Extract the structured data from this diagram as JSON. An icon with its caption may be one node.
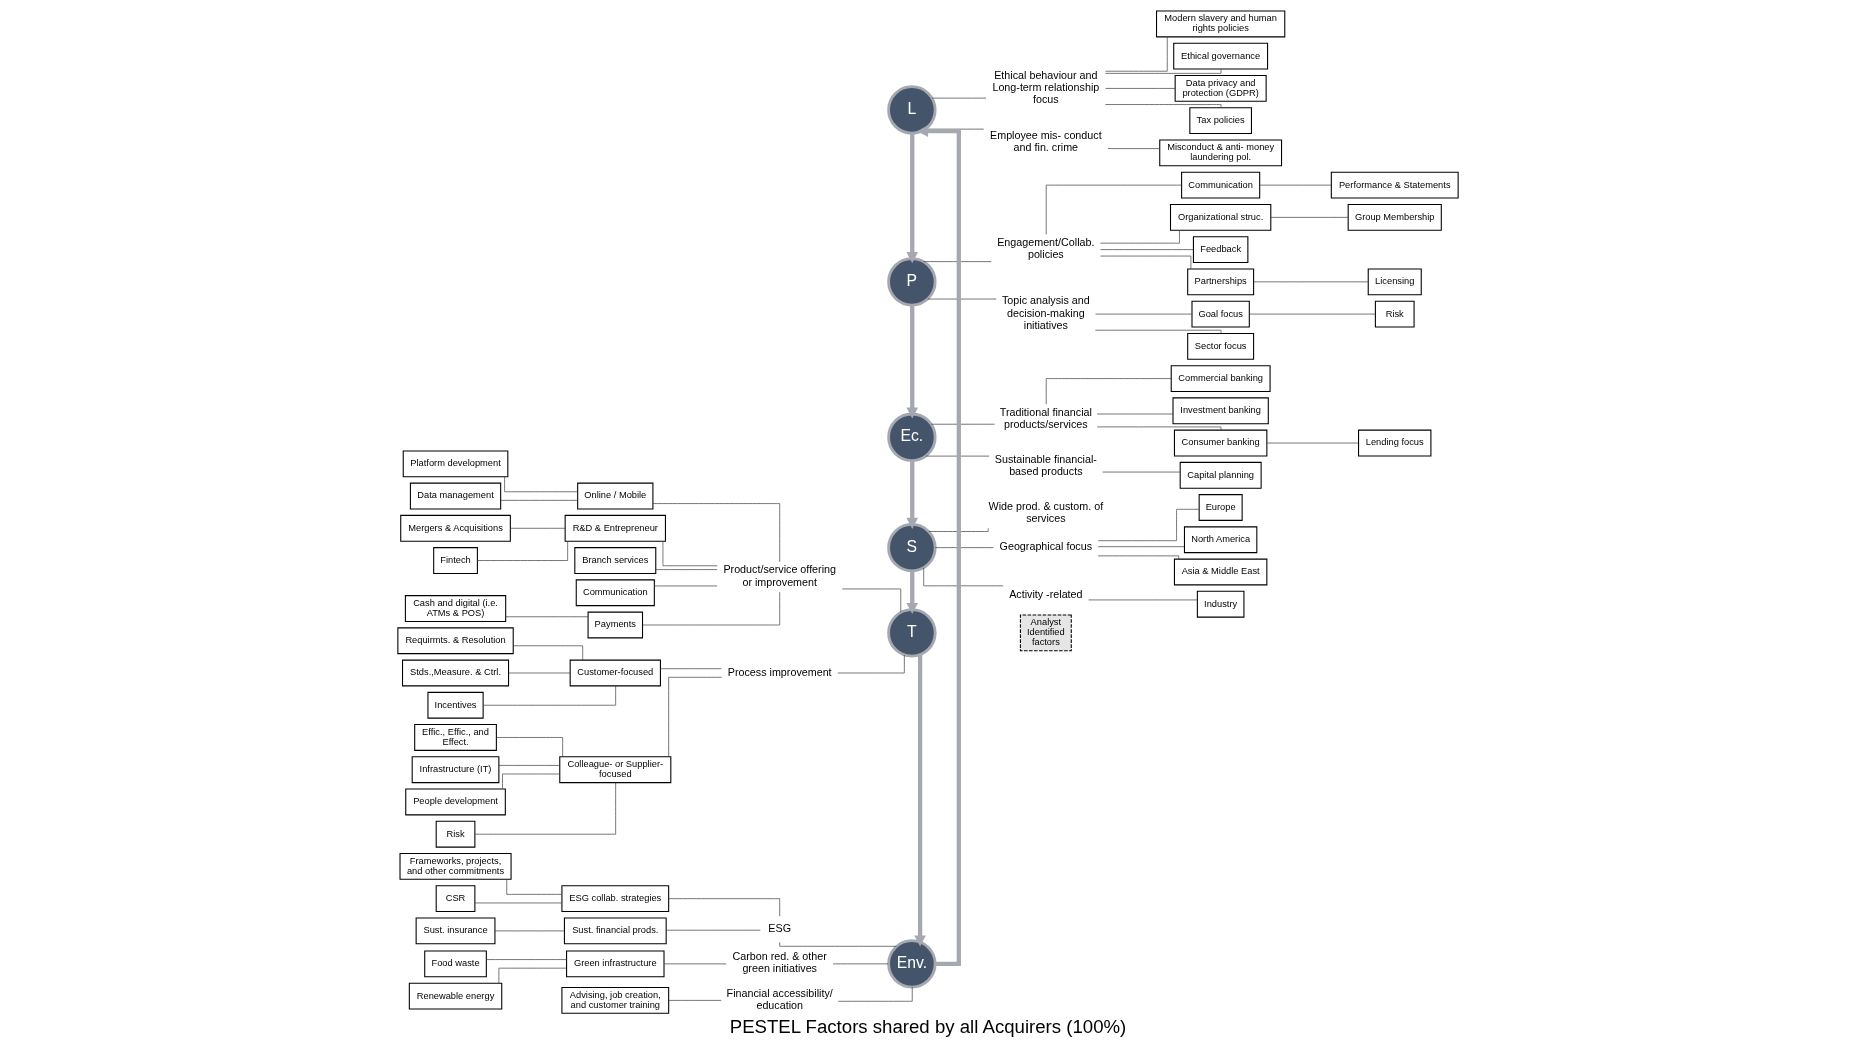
{
  "diagram": {
    "title": "PESTEL Factors shared by all Acquirers (100%)",
    "nodes": [
      {
        "text": [
          "L"
        ]
      },
      {
        "text": [
          "P"
        ]
      },
      {
        "text": [
          "Ec."
        ]
      },
      {
        "text": [
          "S"
        ]
      },
      {
        "text": [
          "T"
        ]
      },
      {
        "text": [
          "Env."
        ]
      },
      {
        "text": [
          "ESG"
        ]
      },
      {
        "text": [
          "ESG collab. strategies"
        ]
      },
      {
        "text": [
          "Frameworks, projects, and other commitments"
        ]
      },
      {
        "text": [
          "CSR"
        ]
      },
      {
        "text": [
          "Sust. financial prods."
        ]
      },
      {
        "text": [
          "Sust. insurance"
        ]
      },
      {
        "text": [
          "Carbon red. & other green initiatives"
        ]
      },
      {
        "text": [
          "Green infrastructure"
        ]
      },
      {
        "text": [
          "Food waste"
        ]
      },
      {
        "text": [
          "Renewable energy"
        ]
      },
      {
        "text": [
          "Financial accessibility/ education"
        ]
      },
      {
        "text": [
          "Advising, job creation, and customer training"
        ]
      },
      {
        "text": [
          "Product/service offering or improvement"
        ]
      },
      {
        "text": [
          "Online / Mobile"
        ]
      },
      {
        "text": [
          "Platform development"
        ]
      },
      {
        "text": [
          "Data management"
        ]
      },
      {
        "text": [
          "R&D & Entrepreneur"
        ]
      },
      {
        "text": [
          "Mergers & Acquisitions"
        ]
      },
      {
        "text": [
          "Fintech"
        ]
      },
      {
        "text": [
          "Branch services"
        ]
      },
      {
        "text": [
          "Communication"
        ]
      },
      {
        "text": [
          "Payments"
        ]
      },
      {
        "text": [
          "Cash and digital (i.e. ATMs & POS)"
        ]
      },
      {
        "text": [
          "Process improvement"
        ]
      },
      {
        "text": [
          "Customer-focused"
        ]
      },
      {
        "text": [
          "Requirmts. & Resolution"
        ]
      },
      {
        "text": [
          "Stds.,Measure. & Ctrl."
        ]
      },
      {
        "text": [
          "Incentives"
        ]
      },
      {
        "text": [
          "Colleague- or Supplier-focused"
        ]
      },
      {
        "text": [
          "Effic., Effic., and Effect."
        ]
      },
      {
        "text": [
          "Infrastructure (IT)"
        ]
      },
      {
        "text": [
          "People development"
        ]
      },
      {
        "text": [
          "Risk"
        ]
      },
      {
        "text": [
          "Ethical behaviour and Long-term relationship focus"
        ]
      },
      {
        "text": [
          "Modern slavery and human rights policies"
        ]
      },
      {
        "text": [
          "Ethical governance"
        ]
      },
      {
        "text": [
          "Data privacy and protection (GDPR)"
        ]
      },
      {
        "text": [
          "Tax policies"
        ]
      },
      {
        "text": [
          "Employee mis- conduct and fin. crime"
        ]
      },
      {
        "text": [
          "Misconduct & anti- money laundering pol."
        ]
      },
      {
        "text": [
          "Engagement/Collab. policies"
        ]
      },
      {
        "text": [
          "Communication"
        ]
      },
      {
        "text": [
          "Performance & Statements"
        ]
      },
      {
        "text": [
          "Organizational struc."
        ]
      },
      {
        "text": [
          "Group Membership"
        ]
      },
      {
        "text": [
          "Feedback"
        ]
      },
      {
        "text": [
          "Partnerships"
        ]
      },
      {
        "text": [
          "Licensing"
        ]
      },
      {
        "text": [
          "Topic analysis and decision-making initiatives"
        ]
      },
      {
        "text": [
          "Goal focus"
        ]
      },
      {
        "text": [
          "Risk"
        ]
      },
      {
        "text": [
          "Sector focus"
        ]
      },
      {
        "text": [
          "Traditional financial products/services"
        ]
      },
      {
        "text": [
          "Commercial banking"
        ]
      },
      {
        "text": [
          "Investment banking"
        ]
      },
      {
        "text": [
          "Consumer banking"
        ]
      },
      {
        "text": [
          "Lending focus"
        ]
      },
      {
        "text": [
          "Sustainable financial- based products"
        ]
      },
      {
        "text": [
          "Capital planning"
        ]
      },
      {
        "text": [
          "Wide prod. & custom. of services"
        ]
      },
      {
        "text": [
          "Geographical focus"
        ]
      },
      {
        "text": [
          "Europe"
        ]
      },
      {
        "text": [
          "North America"
        ]
      },
      {
        "text": [
          "Asia & Middle East"
        ]
      },
      {
        "text": [
          "Activity -related"
        ]
      },
      {
        "text": [
          "Industry"
        ]
      }
    ],
    "edges": [
      {
        "from": 0,
        "to": 1,
        "arrow": "to",
        "style": "thick",
        "color": "#a5a8b0"
      },
      {
        "from": 1,
        "to": 2,
        "arrow": "to",
        "style": "thick",
        "color": "#a5a8b0"
      },
      {
        "from": 2,
        "to": 3,
        "arrow": "to",
        "style": "thick",
        "color": "#a5a8b0"
      },
      {
        "from": 3,
        "to": 4,
        "arrow": "to",
        "style": "thick",
        "color": "#a5a8b0"
      },
      {
        "from": 4,
        "to": 5,
        "arrow": "to",
        "style": "thick",
        "color": "#a5a8b0"
      },
      {
        "from": 5,
        "to": 0,
        "arrow": "to",
        "style": "thick",
        "color": "#a5a8b0"
      },
      {
        "from": 8,
        "to": 7,
        "arrow": "none"
      },
      {
        "from": 9,
        "to": 7,
        "arrow": "none"
      },
      {
        "from": 11,
        "to": 10,
        "arrow": "none"
      },
      {
        "from": 7,
        "to": 6,
        "arrow": "none"
      },
      {
        "from": 10,
        "to": 6,
        "arrow": "none"
      },
      {
        "from": 14,
        "to": 13,
        "arrow": "none"
      },
      {
        "from": 15,
        "to": 13,
        "arrow": "none"
      },
      {
        "from": 13,
        "to": 12,
        "arrow": "none"
      },
      {
        "from": 17,
        "to": 16,
        "arrow": "none"
      },
      {
        "from": 6,
        "to": 5,
        "arrow": "none"
      },
      {
        "from": 12,
        "to": 5,
        "arrow": "none"
      },
      {
        "from": 16,
        "to": 5,
        "arrow": "none"
      },
      {
        "from": 20,
        "to": 19,
        "arrow": "none"
      },
      {
        "from": 21,
        "to": 19,
        "arrow": "none"
      },
      {
        "from": 23,
        "to": 22,
        "arrow": "none"
      },
      {
        "from": 24,
        "to": 22,
        "arrow": "none"
      },
      {
        "from": 28,
        "to": 27,
        "arrow": "none"
      },
      {
        "from": 19,
        "to": 18,
        "arrow": "none"
      },
      {
        "from": 22,
        "to": 18,
        "arrow": "none"
      },
      {
        "from": 25,
        "to": 18,
        "arrow": "none"
      },
      {
        "from": 26,
        "to": 18,
        "arrow": "none"
      },
      {
        "from": 27,
        "to": 18,
        "arrow": "none"
      },
      {
        "from": 31,
        "to": 30,
        "arrow": "none"
      },
      {
        "from": 32,
        "to": 30,
        "arrow": "none"
      },
      {
        "from": 33,
        "to": 30,
        "arrow": "none"
      },
      {
        "from": 35,
        "to": 34,
        "arrow": "none"
      },
      {
        "from": 36,
        "to": 34,
        "arrow": "none"
      },
      {
        "from": 37,
        "to": 34,
        "arrow": "none"
      },
      {
        "from": 38,
        "to": 34,
        "arrow": "none"
      },
      {
        "from": 30,
        "to": 29,
        "arrow": "none"
      },
      {
        "from": 34,
        "to": 29,
        "arrow": "none"
      },
      {
        "from": 18,
        "to": 4,
        "arrow": "none"
      },
      {
        "from": 29,
        "to": 4,
        "arrow": "none"
      },
      {
        "from": 0,
        "to": 39,
        "arrow": "none"
      },
      {
        "from": 0,
        "to": 44,
        "arrow": "none"
      },
      {
        "from": 39,
        "to": 40,
        "arrow": "none"
      },
      {
        "from": 39,
        "to": 41,
        "arrow": "none"
      },
      {
        "from": 39,
        "to": 42,
        "arrow": "none"
      },
      {
        "from": 39,
        "to": 43,
        "arrow": "none"
      },
      {
        "from": 44,
        "to": 45,
        "arrow": "none"
      },
      {
        "from": 1,
        "to": 46,
        "arrow": "none"
      },
      {
        "from": 1,
        "to": 54,
        "arrow": "none"
      },
      {
        "from": 46,
        "to": 47,
        "arrow": "none"
      },
      {
        "from": 46,
        "to": 49,
        "arrow": "none"
      },
      {
        "from": 46,
        "to": 51,
        "arrow": "none"
      },
      {
        "from": 46,
        "to": 52,
        "arrow": "none"
      },
      {
        "from": 47,
        "to": 48,
        "arrow": "none"
      },
      {
        "from": 49,
        "to": 50,
        "arrow": "none"
      },
      {
        "from": 52,
        "to": 53,
        "arrow": "none"
      },
      {
        "from": 54,
        "to": 55,
        "arrow": "none"
      },
      {
        "from": 54,
        "to": 57,
        "arrow": "none"
      },
      {
        "from": 55,
        "to": 56,
        "arrow": "none"
      },
      {
        "from": 2,
        "to": 58,
        "arrow": "none"
      },
      {
        "from": 2,
        "to": 63,
        "arrow": "none"
      },
      {
        "from": 58,
        "to": 59,
        "arrow": "none"
      },
      {
        "from": 58,
        "to": 60,
        "arrow": "none"
      },
      {
        "from": 58,
        "to": 61,
        "arrow": "none"
      },
      {
        "from": 61,
        "to": 62,
        "arrow": "none"
      },
      {
        "from": 63,
        "to": 64,
        "arrow": "none"
      },
      {
        "from": 3,
        "to": 65,
        "arrow": "none"
      },
      {
        "from": 3,
        "to": 66,
        "arrow": "none"
      },
      {
        "from": 3,
        "to": 70,
        "arrow": "none"
      },
      {
        "from": 66,
        "to": 67,
        "arrow": "none"
      },
      {
        "from": 66,
        "to": 68,
        "arrow": "none"
      },
      {
        "from": 66,
        "to": 69,
        "arrow": "none"
      },
      {
        "from": 70,
        "to": 71,
        "arrow": "none"
      }
    ],
    "legend": [
      {
        "text": "Analyst Identified factors",
        "color": "#e7e6e6"
      }
    ]
  }
}
